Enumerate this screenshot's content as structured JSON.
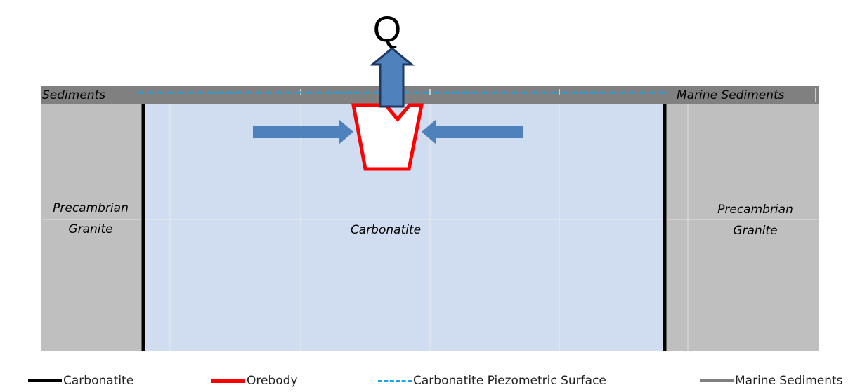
{
  "title_symbol": "Q",
  "layers": {
    "sediments_left": "Sediments",
    "sediments_right": "Marine Sediments",
    "granite_left": [
      "Precambrian",
      "Granite"
    ],
    "granite_right": [
      "Precambrian",
      "Granite"
    ],
    "carbonatite": "Carbonatite"
  },
  "legend": [
    {
      "label": "Carbonatite",
      "color": "#000000",
      "style": "solid"
    },
    {
      "label": "Orebody",
      "color": "#ff0000",
      "style": "solid"
    },
    {
      "label": "Carbonatite Piezometric Surface",
      "color": "#1aa3e8",
      "style": "dashed"
    },
    {
      "label": "Marine Sediments",
      "color": "#7f7f7f",
      "style": "solid"
    }
  ],
  "colors": {
    "carbonatite_fill": "#d0dcef",
    "granite_fill": "#bfbfbf",
    "sediments_band": "#808080",
    "arrow": "#4f81bd",
    "arrow_outline": "#1f3864",
    "orebody": "#ff0000"
  }
}
